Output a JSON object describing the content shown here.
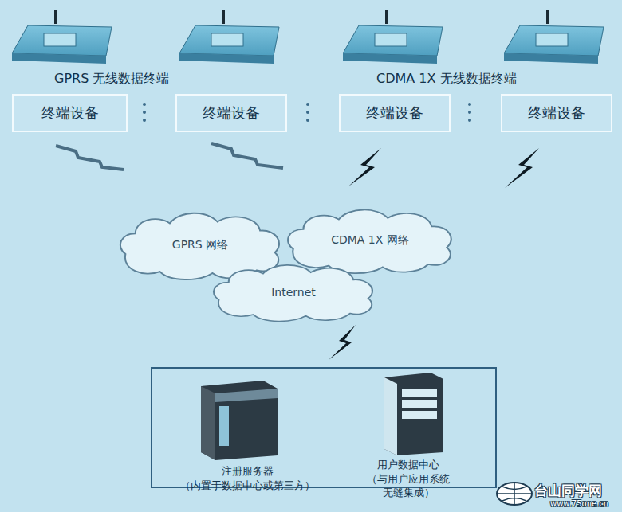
{
  "diagram": {
    "nodes": [
      {
        "text": [
          "终端设备"
        ]
      },
      {
        "text": [
          "终端设备"
        ]
      },
      {
        "text": [
          "终端设备"
        ]
      },
      {
        "text": [
          "终端设备"
        ]
      },
      {
        "text": [
          "GPRS 网络"
        ]
      },
      {
        "text": [
          "CDMA 1X 网络"
        ]
      },
      {
        "text": [
          "Internet"
        ]
      },
      {
        "text": [
          "注册服务器",
          "（内置于数据中心或第三方）"
        ]
      },
      {
        "text": [
          "用户数据中心",
          "（与用户应用系统 无缝集成）"
        ]
      }
    ],
    "labels": [
      "GPRS 无线数据终端",
      "CDMA 1X 无线数据终端",
      "台山同学网",
      "www.75one.cn"
    ]
  }
}
